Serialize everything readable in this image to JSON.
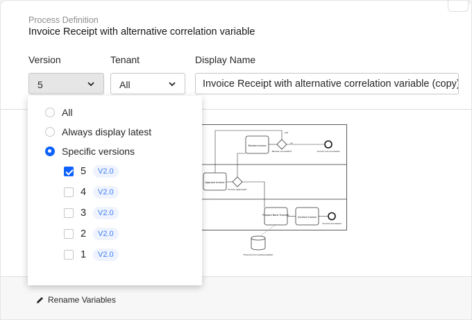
{
  "header": {
    "label": "Process Definition",
    "title": "Invoice Receipt with alternative correlation variable"
  },
  "fields": {
    "version_label": "Version",
    "version_value": "5",
    "tenant_label": "Tenant",
    "tenant_value": "All",
    "display_name_label": "Display Name",
    "display_name_value": "Invoice Receipt with alternative correlation variable (copy)"
  },
  "dropdown": {
    "options": [
      {
        "label": "All",
        "selected": false
      },
      {
        "label": "Always display latest",
        "selected": false
      },
      {
        "label": "Specific versions",
        "selected": true
      }
    ],
    "versions": [
      {
        "number": "5",
        "tag": "V2.0",
        "checked": true
      },
      {
        "number": "4",
        "tag": "V2.0",
        "checked": false
      },
      {
        "number": "3",
        "tag": "V2.0",
        "checked": false
      },
      {
        "number": "2",
        "tag": "V2.0",
        "checked": false
      },
      {
        "number": "1",
        "tag": "V2.0",
        "checked": false
      }
    ]
  },
  "diagram": {
    "review_invoice": "Review Invoice",
    "review_successful": "Review successful?",
    "invoice_not_processed": "Invoice not processed",
    "approve_invoice": "Approve Invoice",
    "invoice_approved": "Invoice approved?",
    "prepare_bank_transfer": "Prepare Bank Transfer",
    "archive_invoice": "Archive Invoice",
    "invoice_processed": "Invoice processed",
    "financial_system": "Financial Accounting System",
    "yes": "yes",
    "no": "no"
  },
  "footer": {
    "rename_label": "Rename Variables"
  },
  "colors": {
    "accent": "#0f62fe",
    "tag_text": "#3f7ff7",
    "tag_bg": "#eef3fd"
  }
}
